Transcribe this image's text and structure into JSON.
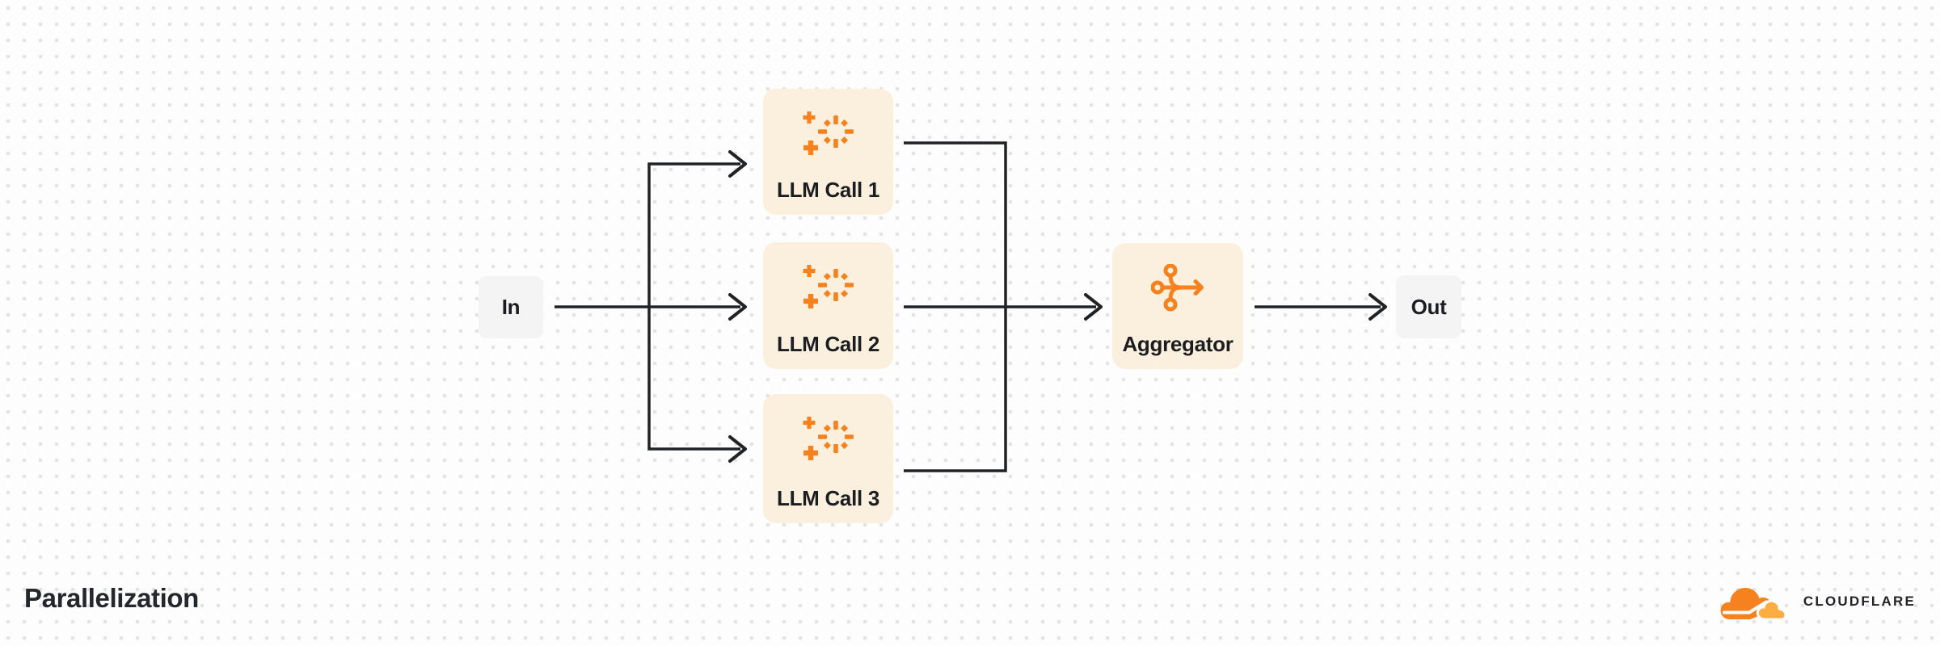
{
  "title": "Parallelization",
  "nodes": {
    "in": {
      "label": "In"
    },
    "llm1": {
      "label": "LLM Call 1",
      "icon": "sparkle-icon"
    },
    "llm2": {
      "label": "LLM Call 2",
      "icon": "sparkle-icon"
    },
    "llm3": {
      "label": "LLM Call 3",
      "icon": "sparkle-icon"
    },
    "aggregator": {
      "label": "Aggregator",
      "icon": "merge-arrow-icon"
    },
    "out": {
      "label": "Out"
    }
  },
  "edges": [
    {
      "from": "in",
      "to": "llm1"
    },
    {
      "from": "in",
      "to": "llm2"
    },
    {
      "from": "in",
      "to": "llm3"
    },
    {
      "from": "llm1",
      "to": "aggregator"
    },
    {
      "from": "llm2",
      "to": "aggregator"
    },
    {
      "from": "llm3",
      "to": "aggregator"
    },
    {
      "from": "aggregator",
      "to": "out"
    }
  ],
  "branding": {
    "wordmark": "CLOUDFLARE",
    "logo_icon": "cloudflare-cloud-icon"
  },
  "colors": {
    "accent_orange": "#F6821F",
    "accent_orange_light": "#FBAD41",
    "node_card_bg": "#FBF0DD",
    "node_io_bg": "#F4F4F5",
    "edge_stroke": "#202225",
    "label_text": "#1B1D21",
    "dot_grid": "#E3E3E3",
    "background": "#FDFDFD"
  }
}
